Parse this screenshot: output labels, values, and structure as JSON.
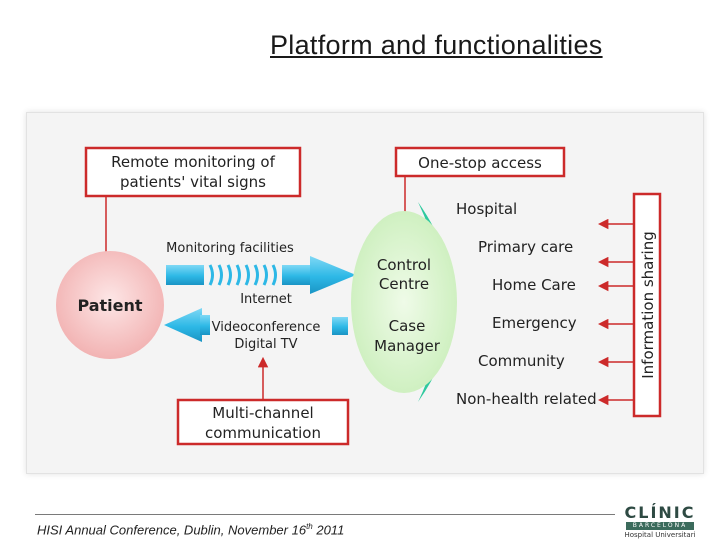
{
  "slide": {
    "title": "Platform and functionalities",
    "footer": {
      "text": "HISI Annual Conference, Dublin, November 16",
      "sup": "th",
      "year": " 2011"
    },
    "logo": {
      "name": "CLÍNIC",
      "city": "BARCELONA",
      "subtitle": "Hospital Universitari"
    }
  },
  "diagram": {
    "remote_box": [
      "Remote monitoring of",
      "patients' vital signs"
    ],
    "onestop_box": "One-stop access",
    "patient": "Patient",
    "monitoring_label": "Monitoring facilities",
    "channels": [
      "Internet",
      "Videoconference",
      "Digital TV"
    ],
    "control_centre": [
      "Control",
      "Centre"
    ],
    "case_manager": [
      "Case",
      "Manager"
    ],
    "services": [
      "Hospital",
      "Primary care",
      "Home Care",
      "Emergency",
      "Community",
      "Non-health related"
    ],
    "info_sharing": "Information sharing",
    "multichannel_box": [
      "Multi-channel",
      "communication"
    ]
  },
  "colors": {
    "red_frame": "#cc2a2a",
    "cyan_arrow": "#29b9e6",
    "green_ellipse": "#dcf5d0",
    "teal_crescent": "#2fc99e",
    "patient_circle": "#f6c4c4"
  }
}
